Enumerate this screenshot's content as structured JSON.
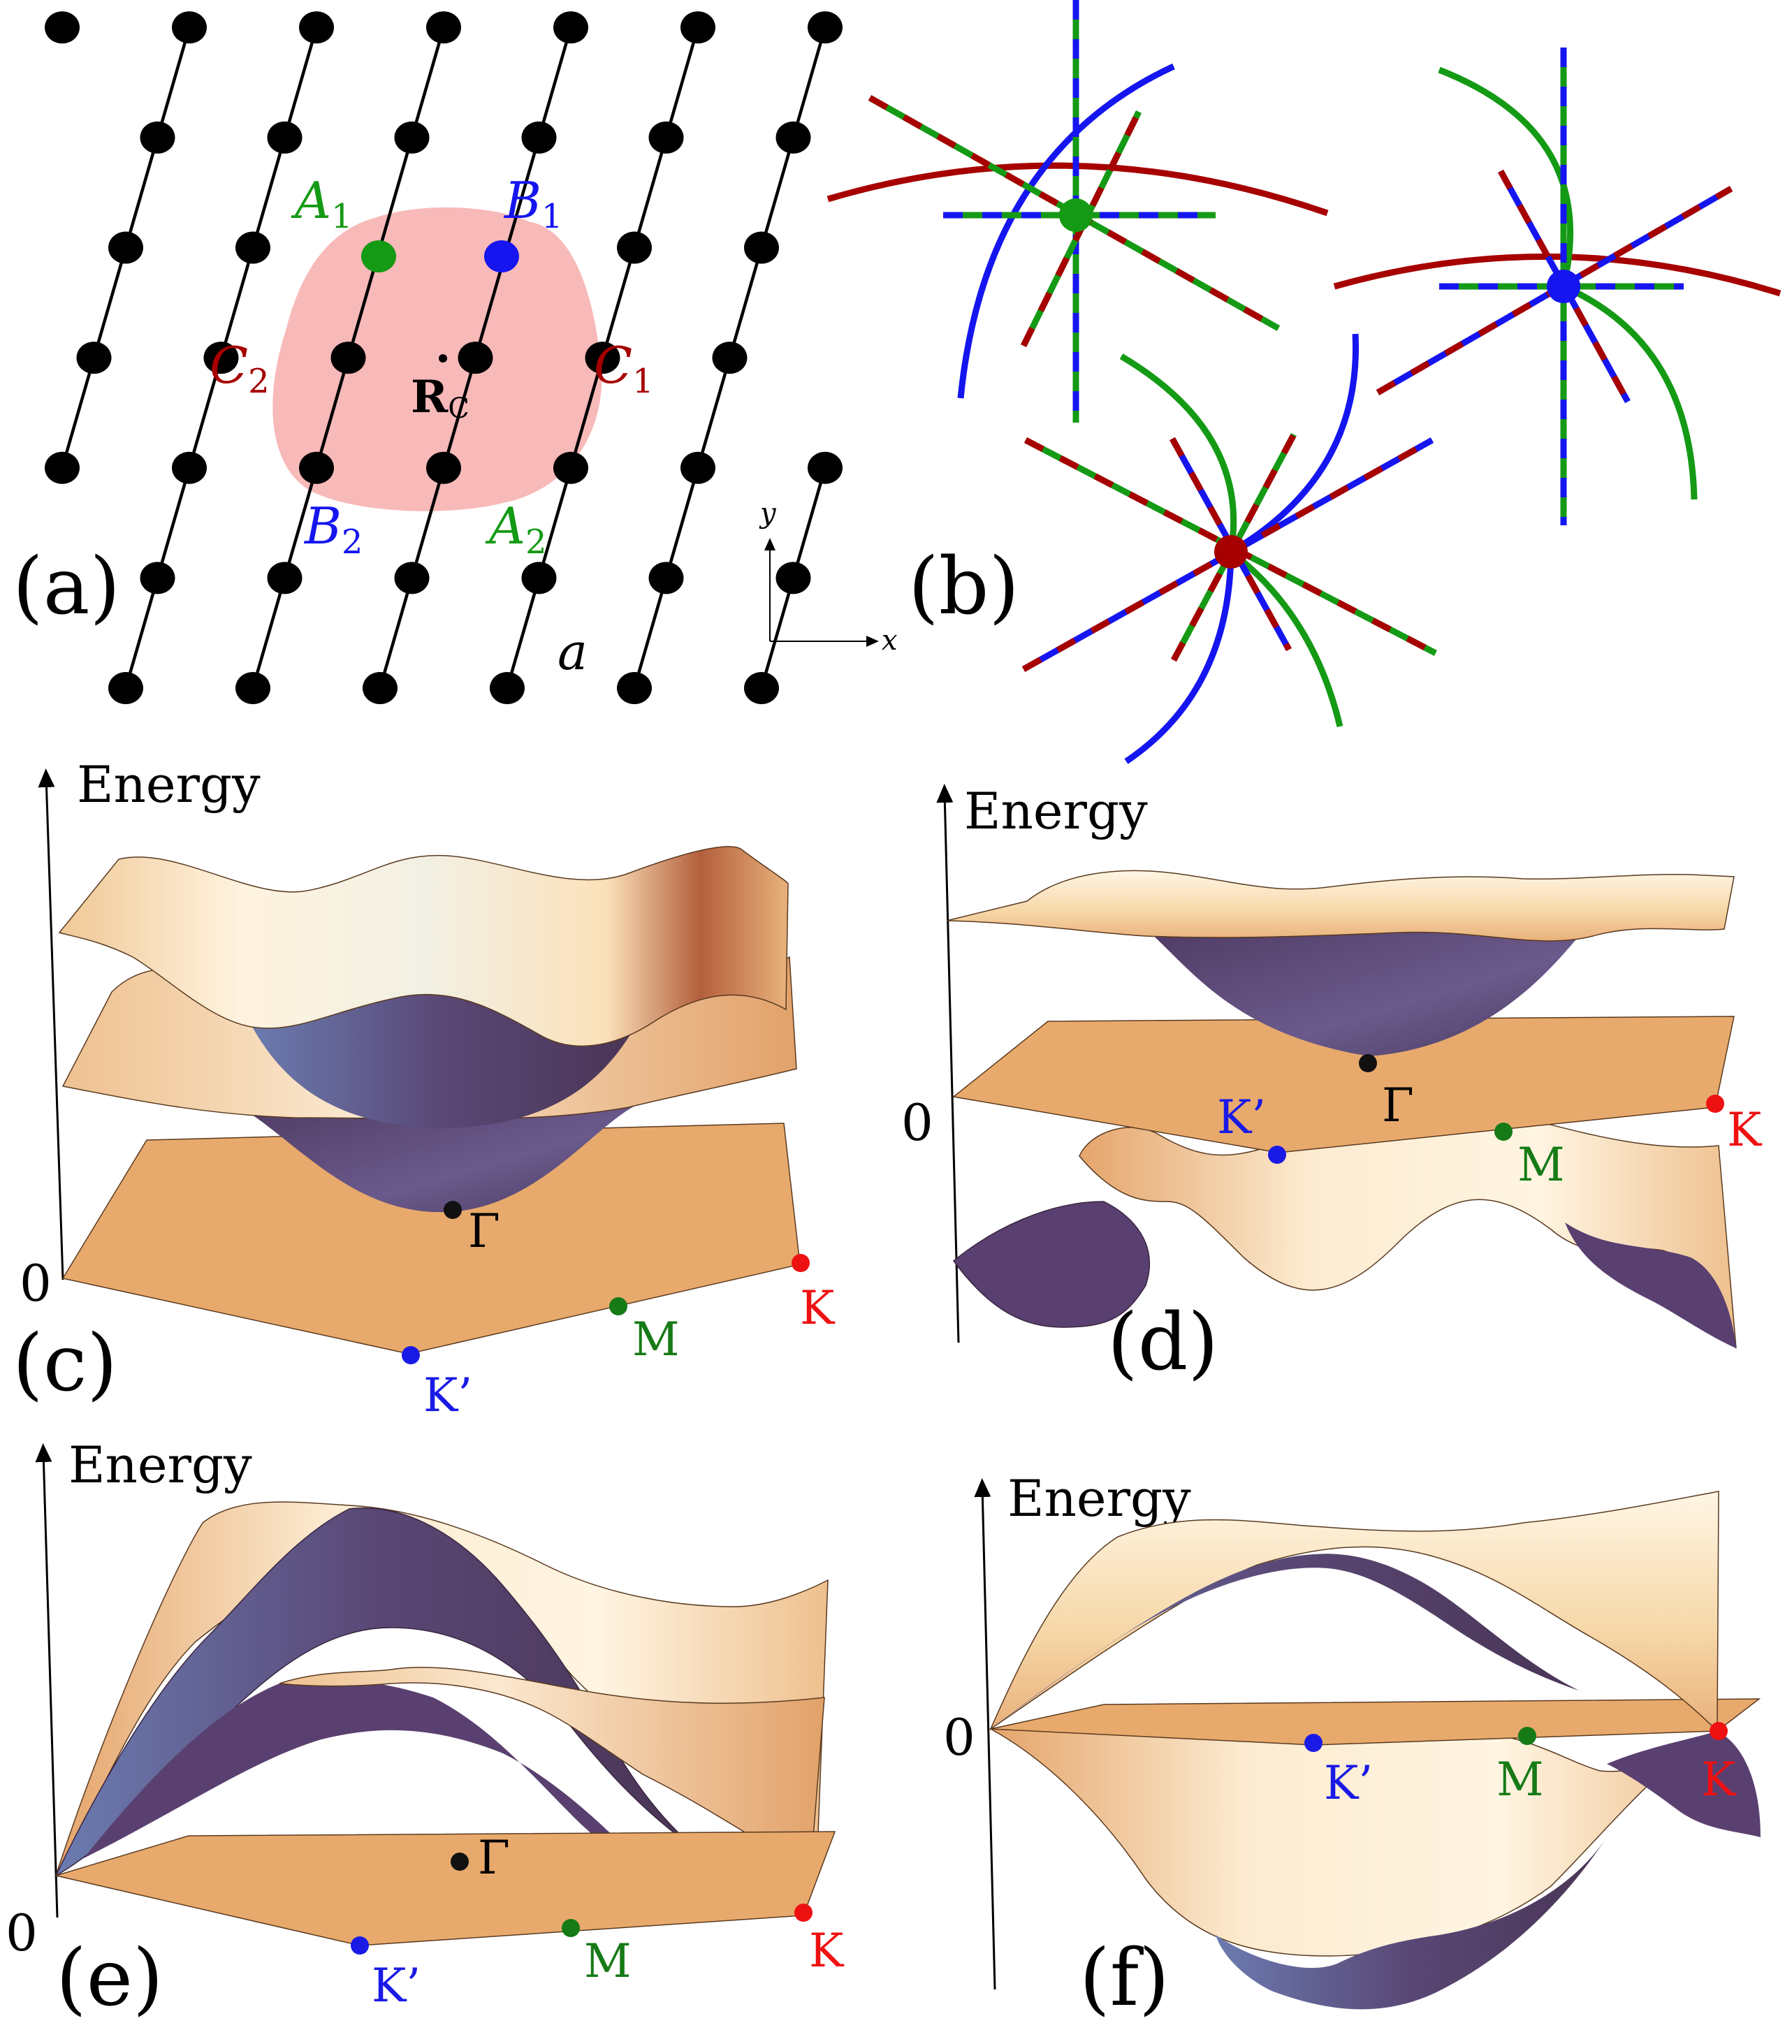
{
  "panel_labels": {
    "a": "(a)",
    "b": "(b)",
    "c": "(c)",
    "d": "(d)",
    "e": "(e)",
    "f": "(f)"
  },
  "lattice": {
    "sites": {
      "A1": {
        "letter": "A",
        "sub": "1"
      },
      "B1": {
        "letter": "B",
        "sub": "1"
      },
      "C1": {
        "letter": "C",
        "sub": "1"
      },
      "C2": {
        "letter": "C",
        "sub": "2"
      },
      "B2": {
        "letter": "B",
        "sub": "2"
      },
      "A2": {
        "letter": "A",
        "sub": "2"
      }
    },
    "center_label": "R",
    "center_sub": "C",
    "lattice_const": "a",
    "axis_x": "x",
    "axis_y": "y"
  },
  "bands": {
    "energy_label": "Energy",
    "zero_label": "0",
    "points": {
      "gamma": "Γ",
      "k": "K",
      "kprime": "K’",
      "m": "M"
    }
  },
  "colors": {
    "A": "#149a14",
    "B": "#1515f0",
    "C": "#a60000",
    "K": "#ee1111",
    "M": "#167a16",
    "Kprime": "#1a1ae6",
    "halo": "#f8b9b9",
    "flat_band": "#e8aa6c",
    "dispersive_band_light": "#fdeed7",
    "dispersive_band_dark": "#5e4270"
  }
}
